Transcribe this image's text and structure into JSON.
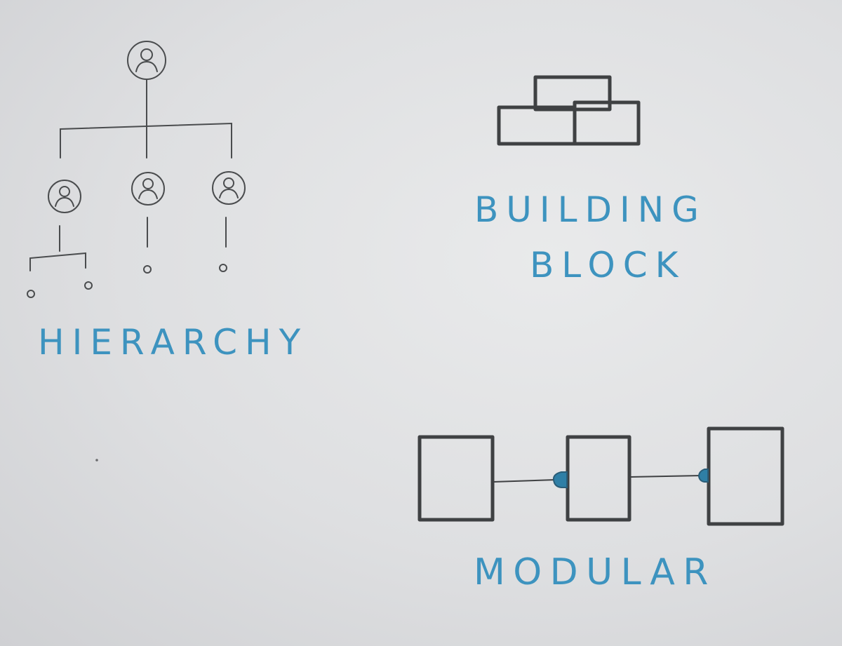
{
  "colors": {
    "paper": "#e2e3e5",
    "ink_dark": "#3f4143",
    "ink_blue": "#3d93bf",
    "connector_blue": "#2f7fa6"
  },
  "labels": {
    "hierarchy": "HIERARCHY",
    "building_block": [
      "BUILDING",
      "BLOCK"
    ],
    "modular": "MODULAR"
  },
  "icons": {
    "person": "user-circle-icon",
    "leaf": "small-circle-node",
    "brick": "brick-icon",
    "connector": "half-circle-connector"
  }
}
